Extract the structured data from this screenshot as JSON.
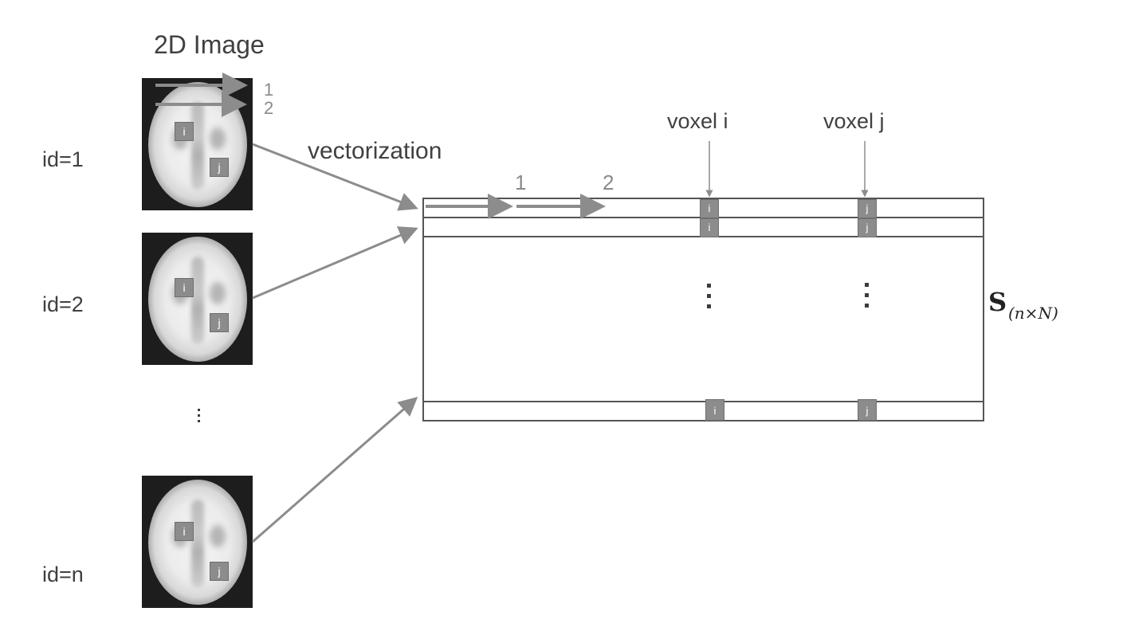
{
  "title": "2D Image",
  "images": [
    {
      "id_label": "id=1",
      "marker_i": "i",
      "marker_j": "j"
    },
    {
      "id_label": "id=2",
      "marker_i": "i",
      "marker_j": "j"
    },
    {
      "id_label": "id=n",
      "marker_i": "i",
      "marker_j": "j"
    }
  ],
  "scan_order": {
    "first": "1",
    "second": "2"
  },
  "vectorization_label": "vectorization",
  "vector_order": {
    "first": "1",
    "second": "2"
  },
  "voxel_labels": {
    "i": "voxel i",
    "j": "voxel j"
  },
  "matrix": {
    "rows": [
      {
        "cell_i": "i",
        "cell_j": "j"
      },
      {
        "cell_i": "i",
        "cell_j": "j"
      },
      {
        "cell_i": "i",
        "cell_j": "j"
      }
    ],
    "symbol": "S",
    "subscript": "(n×N)"
  },
  "colors": {
    "arrow": "#8c8c8c",
    "matrix_border": "#555555",
    "marker": "#8c8c8c"
  }
}
